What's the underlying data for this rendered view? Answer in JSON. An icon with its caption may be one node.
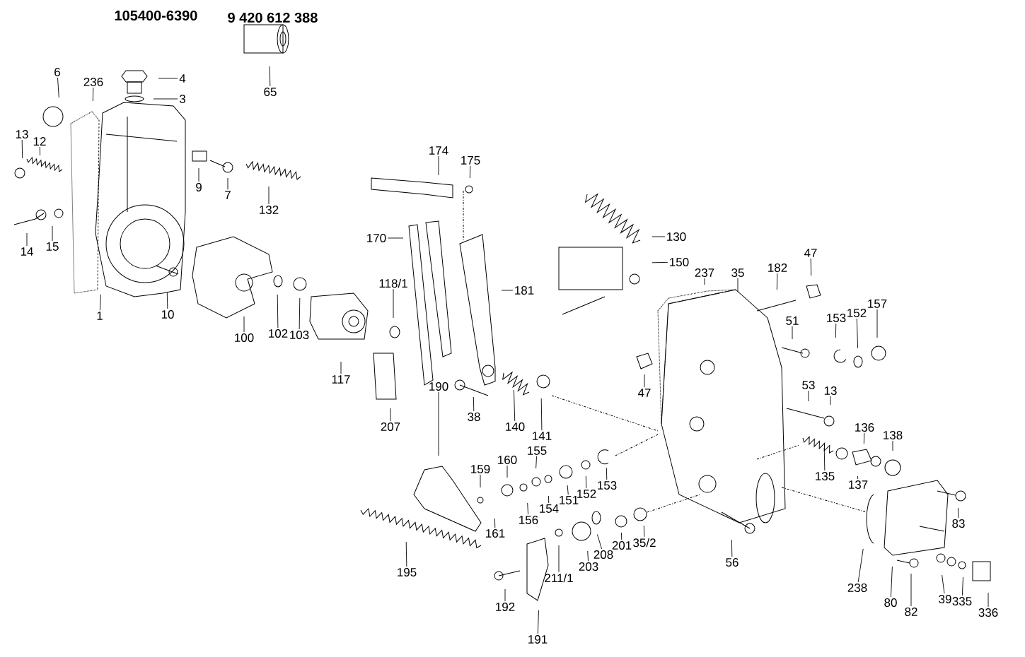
{
  "diagram": {
    "nodes": [
      {
        "text": [
          "1"
        ]
      },
      {
        "text": [
          "3"
        ]
      },
      {
        "text": [
          "4"
        ]
      },
      {
        "text": [
          "6"
        ]
      },
      {
        "text": [
          "236"
        ]
      },
      {
        "text": [
          "13"
        ]
      },
      {
        "text": [
          "12"
        ]
      },
      {
        "text": [
          "14"
        ]
      },
      {
        "text": [
          "15"
        ]
      },
      {
        "text": [
          "9"
        ]
      },
      {
        "text": [
          "7"
        ]
      },
      {
        "text": [
          "132"
        ]
      },
      {
        "text": [
          "65"
        ]
      },
      {
        "text": [
          "10"
        ]
      },
      {
        "text": [
          "100"
        ]
      },
      {
        "text": [
          "102"
        ]
      },
      {
        "text": [
          "103"
        ]
      },
      {
        "text": [
          "117"
        ]
      },
      {
        "text": [
          "118/1"
        ]
      },
      {
        "text": [
          "170"
        ]
      },
      {
        "text": [
          "174"
        ]
      },
      {
        "text": [
          "175"
        ]
      },
      {
        "text": [
          "181"
        ]
      },
      {
        "text": [
          "130"
        ]
      },
      {
        "text": [
          "150"
        ]
      },
      {
        "text": [
          "207"
        ]
      },
      {
        "text": [
          "38"
        ]
      },
      {
        "text": [
          "140"
        ]
      },
      {
        "text": [
          "141"
        ]
      },
      {
        "text": [
          "47"
        ]
      },
      {
        "text": [
          "237"
        ]
      },
      {
        "text": [
          "35"
        ]
      },
      {
        "text": [
          "182"
        ]
      },
      {
        "text": [
          "47"
        ]
      },
      {
        "text": [
          "51"
        ]
      },
      {
        "text": [
          "153"
        ]
      },
      {
        "text": [
          "152"
        ]
      },
      {
        "text": [
          "157"
        ]
      },
      {
        "text": [
          "53"
        ]
      },
      {
        "text": [
          "13"
        ]
      },
      {
        "text": [
          "136"
        ]
      },
      {
        "text": [
          "138"
        ]
      },
      {
        "text": [
          "135"
        ]
      },
      {
        "text": [
          "137"
        ]
      },
      {
        "text": [
          "190"
        ]
      },
      {
        "text": [
          "159"
        ]
      },
      {
        "text": [
          "160"
        ]
      },
      {
        "text": [
          "155"
        ]
      },
      {
        "text": [
          "156"
        ]
      },
      {
        "text": [
          "154"
        ]
      },
      {
        "text": [
          "151"
        ]
      },
      {
        "text": [
          "152"
        ]
      },
      {
        "text": [
          "153"
        ]
      },
      {
        "text": [
          "161"
        ]
      },
      {
        "text": [
          "195"
        ]
      },
      {
        "text": [
          "192"
        ]
      },
      {
        "text": [
          "191"
        ]
      },
      {
        "text": [
          "211/1"
        ]
      },
      {
        "text": [
          "203"
        ]
      },
      {
        "text": [
          "208"
        ]
      },
      {
        "text": [
          "201"
        ]
      },
      {
        "text": [
          "35/2"
        ]
      },
      {
        "text": [
          "56"
        ]
      },
      {
        "text": [
          "238"
        ]
      },
      {
        "text": [
          "80"
        ]
      },
      {
        "text": [
          "82"
        ]
      },
      {
        "text": [
          "83"
        ]
      },
      {
        "text": [
          "39"
        ]
      },
      {
        "text": [
          "335"
        ]
      },
      {
        "text": [
          "336"
        ]
      }
    ],
    "edges": [
      {
        "from": 0,
        "to": null,
        "arrow": "none"
      },
      {
        "from": 1,
        "to": null,
        "arrow": "none"
      },
      {
        "from": 2,
        "to": null,
        "arrow": "none"
      },
      {
        "from": 3,
        "to": null,
        "arrow": "none"
      },
      {
        "from": 4,
        "to": null,
        "arrow": "none"
      },
      {
        "from": 5,
        "to": null,
        "arrow": "none"
      },
      {
        "from": 6,
        "to": null,
        "arrow": "none"
      },
      {
        "from": 7,
        "to": null,
        "arrow": "none"
      },
      {
        "from": 8,
        "to": null,
        "arrow": "none"
      },
      {
        "from": 9,
        "to": null,
        "arrow": "none"
      },
      {
        "from": 10,
        "to": null,
        "arrow": "none"
      },
      {
        "from": 11,
        "to": null,
        "arrow": "none"
      },
      {
        "from": 12,
        "to": null,
        "arrow": "none"
      },
      {
        "from": 13,
        "to": null,
        "arrow": "none"
      },
      {
        "from": 14,
        "to": null,
        "arrow": "none"
      },
      {
        "from": 15,
        "to": null,
        "arrow": "none"
      },
      {
        "from": 16,
        "to": null,
        "arrow": "none"
      },
      {
        "from": 17,
        "to": null,
        "arrow": "none"
      },
      {
        "from": 18,
        "to": null,
        "arrow": "none"
      },
      {
        "from": 19,
        "to": null,
        "arrow": "none"
      },
      {
        "from": 20,
        "to": null,
        "arrow": "none"
      },
      {
        "from": 21,
        "to": null,
        "arrow": "none"
      },
      {
        "from": 22,
        "to": null,
        "arrow": "none"
      },
      {
        "from": 23,
        "to": null,
        "arrow": "none"
      },
      {
        "from": 24,
        "to": null,
        "arrow": "none"
      },
      {
        "from": 25,
        "to": null,
        "arrow": "none"
      },
      {
        "from": 26,
        "to": null,
        "arrow": "none"
      },
      {
        "from": 27,
        "to": null,
        "arrow": "none"
      },
      {
        "from": 28,
        "to": null,
        "arrow": "none"
      },
      {
        "from": 29,
        "to": null,
        "arrow": "none"
      },
      {
        "from": 30,
        "to": null,
        "arrow": "none"
      },
      {
        "from": 31,
        "to": null,
        "arrow": "none"
      },
      {
        "from": 32,
        "to": null,
        "arrow": "none"
      },
      {
        "from": 33,
        "to": null,
        "arrow": "none"
      },
      {
        "from": 34,
        "to": null,
        "arrow": "none"
      },
      {
        "from": 35,
        "to": null,
        "arrow": "none"
      },
      {
        "from": 36,
        "to": null,
        "arrow": "none"
      },
      {
        "from": 37,
        "to": null,
        "arrow": "none"
      },
      {
        "from": 38,
        "to": null,
        "arrow": "none"
      },
      {
        "from": 39,
        "to": null,
        "arrow": "none"
      },
      {
        "from": 40,
        "to": null,
        "arrow": "none"
      },
      {
        "from": 41,
        "to": null,
        "arrow": "none"
      },
      {
        "from": 42,
        "to": null,
        "arrow": "none"
      },
      {
        "from": 43,
        "to": null,
        "arrow": "none"
      },
      {
        "from": 44,
        "to": null,
        "arrow": "none"
      },
      {
        "from": 45,
        "to": null,
        "arrow": "none"
      },
      {
        "from": 46,
        "to": null,
        "arrow": "none"
      },
      {
        "from": 47,
        "to": null,
        "arrow": "none"
      },
      {
        "from": 48,
        "to": null,
        "arrow": "none"
      },
      {
        "from": 49,
        "to": null,
        "arrow": "none"
      },
      {
        "from": 50,
        "to": null,
        "arrow": "none"
      },
      {
        "from": 51,
        "to": null,
        "arrow": "none"
      },
      {
        "from": 52,
        "to": null,
        "arrow": "none"
      },
      {
        "from": 53,
        "to": null,
        "arrow": "none"
      },
      {
        "from": 54,
        "to": null,
        "arrow": "none"
      },
      {
        "from": 55,
        "to": null,
        "arrow": "none"
      },
      {
        "from": 56,
        "to": null,
        "arrow": "none"
      },
      {
        "from": 57,
        "to": null,
        "arrow": "none"
      },
      {
        "from": 58,
        "to": null,
        "arrow": "none"
      },
      {
        "from": 59,
        "to": null,
        "arrow": "none"
      },
      {
        "from": 60,
        "to": null,
        "arrow": "none"
      },
      {
        "from": 61,
        "to": null,
        "arrow": "none"
      },
      {
        "from": 62,
        "to": null,
        "arrow": "none"
      },
      {
        "from": 63,
        "to": null,
        "arrow": "none"
      },
      {
        "from": 64,
        "to": null,
        "arrow": "none"
      },
      {
        "from": 65,
        "to": null,
        "arrow": "none"
      },
      {
        "from": 66,
        "to": null,
        "arrow": "none"
      },
      {
        "from": 67,
        "to": null,
        "arrow": "none"
      },
      {
        "from": 68,
        "to": null,
        "arrow": "none"
      },
      {
        "from": 69,
        "to": null,
        "arrow": "none"
      }
    ],
    "labels": [
      "105400-6390",
      "9 420 612 388"
    ]
  }
}
